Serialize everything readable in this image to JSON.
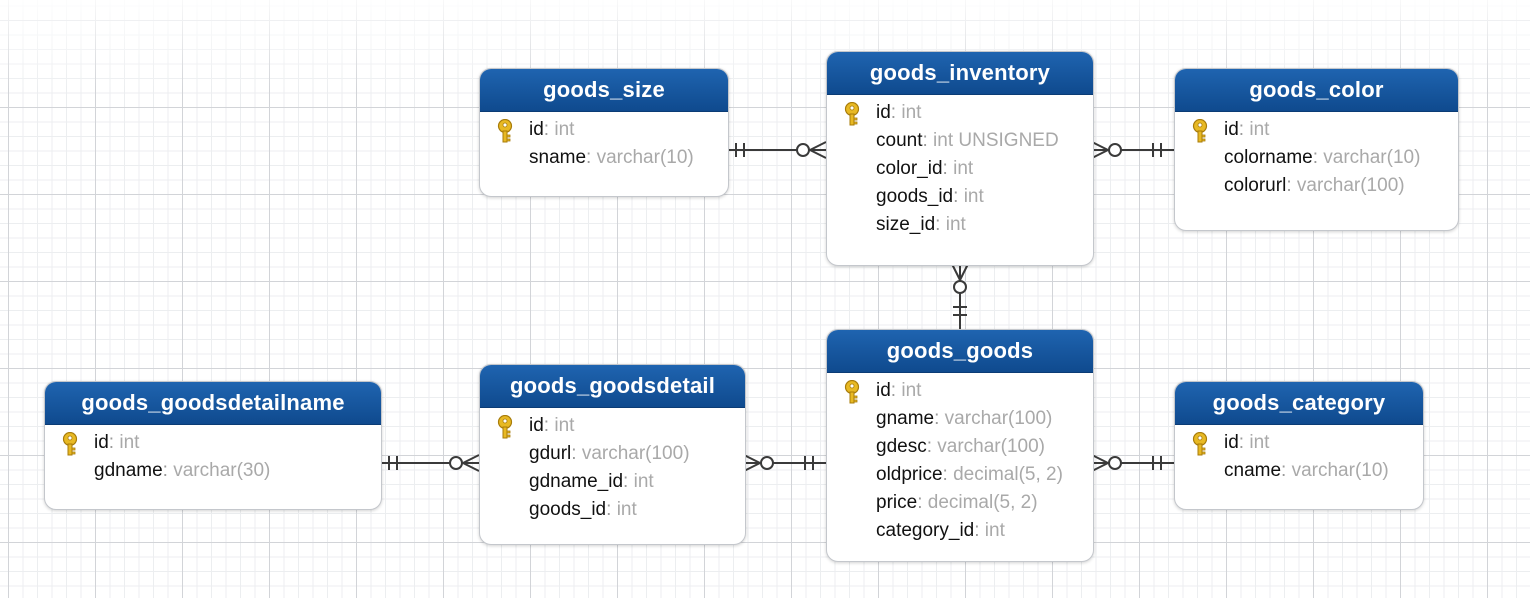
{
  "entities": {
    "goods_size": {
      "title": "goods_size",
      "fields": [
        {
          "name": "id",
          "type": "int",
          "pk": true
        },
        {
          "name": "sname",
          "type": "varchar(10)",
          "pk": false
        }
      ]
    },
    "goods_inventory": {
      "title": "goods_inventory",
      "fields": [
        {
          "name": "id",
          "type": "int",
          "pk": true
        },
        {
          "name": "count",
          "type": "int UNSIGNED",
          "pk": false
        },
        {
          "name": "color_id",
          "type": "int",
          "pk": false
        },
        {
          "name": "goods_id",
          "type": "int",
          "pk": false
        },
        {
          "name": "size_id",
          "type": "int",
          "pk": false
        }
      ]
    },
    "goods_color": {
      "title": "goods_color",
      "fields": [
        {
          "name": "id",
          "type": "int",
          "pk": true
        },
        {
          "name": "colorname",
          "type": "varchar(10)",
          "pk": false
        },
        {
          "name": "colorurl",
          "type": "varchar(100)",
          "pk": false
        }
      ]
    },
    "goods_goodsdetailname": {
      "title": "goods_goodsdetailname",
      "fields": [
        {
          "name": "id",
          "type": "int",
          "pk": true
        },
        {
          "name": "gdname",
          "type": "varchar(30)",
          "pk": false
        }
      ]
    },
    "goods_goodsdetail": {
      "title": "goods_goodsdetail",
      "fields": [
        {
          "name": "id",
          "type": "int",
          "pk": true
        },
        {
          "name": "gdurl",
          "type": "varchar(100)",
          "pk": false
        },
        {
          "name": "gdname_id",
          "type": "int",
          "pk": false
        },
        {
          "name": "goods_id",
          "type": "int",
          "pk": false
        }
      ]
    },
    "goods_goods": {
      "title": "goods_goods",
      "fields": [
        {
          "name": "id",
          "type": "int",
          "pk": true
        },
        {
          "name": "gname",
          "type": "varchar(100)",
          "pk": false
        },
        {
          "name": "gdesc",
          "type": "varchar(100)",
          "pk": false
        },
        {
          "name": "oldprice",
          "type": "decimal(5, 2)",
          "pk": false
        },
        {
          "name": "price",
          "type": "decimal(5, 2)",
          "pk": false
        },
        {
          "name": "category_id",
          "type": "int",
          "pk": false
        }
      ]
    },
    "goods_category": {
      "title": "goods_category",
      "fields": [
        {
          "name": "id",
          "type": "int",
          "pk": true
        },
        {
          "name": "cname",
          "type": "varchar(10)",
          "pk": false
        }
      ]
    }
  },
  "relationships": [
    {
      "from": "goods_size",
      "to": "goods_inventory",
      "from_card": "one",
      "to_card": "zero-or-many"
    },
    {
      "from": "goods_color",
      "to": "goods_inventory",
      "from_card": "one",
      "to_card": "zero-or-many"
    },
    {
      "from": "goods_goods",
      "to": "goods_inventory",
      "from_card": "one",
      "to_card": "zero-or-many"
    },
    {
      "from": "goods_goodsdetailname",
      "to": "goods_goodsdetail",
      "from_card": "one",
      "to_card": "zero-or-many"
    },
    {
      "from": "goods_goods",
      "to": "goods_goodsdetail",
      "from_card": "one",
      "to_card": "zero-or-many"
    },
    {
      "from": "goods_category",
      "to": "goods_goods",
      "from_card": "one",
      "to_card": "zero-or-many"
    }
  ],
  "colors": {
    "header": "#1a5ca6",
    "header_text": "#ffffff",
    "key_icon": "#e8b923",
    "field_name": "#111111",
    "field_type": "#a9a9a9"
  },
  "icons": {
    "primary_key": "key-icon"
  }
}
